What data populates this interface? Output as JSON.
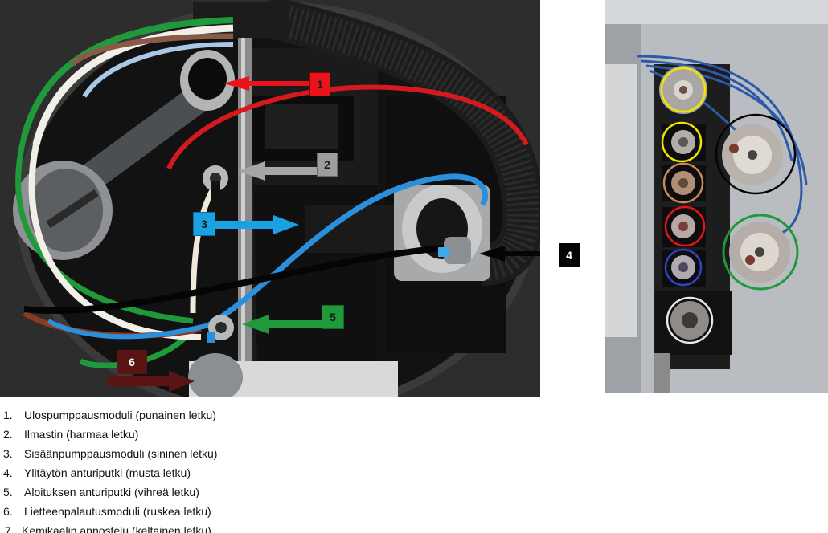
{
  "callouts": {
    "c1": "1",
    "c2": "2",
    "c3": "3",
    "c4": "4",
    "c5": "5",
    "c6": "6"
  },
  "legend": [
    {
      "num": "1.",
      "text": "Ulospumppausmoduli (punainen letku)"
    },
    {
      "num": "2.",
      "text": "Ilmastin (harmaa letku)"
    },
    {
      "num": "3.",
      "text": "Sisäänpumppausmoduli (sininen letku)"
    },
    {
      "num": "4.",
      "text": "Ylitäytön anturiputki (musta letku)"
    },
    {
      "num": "5.",
      "text": "Aloituksen anturiputki (vihreä letku)"
    },
    {
      "num": "6.",
      "text": "Lietteenpalautusmoduli (ruskea letku)"
    },
    {
      "num": "7.",
      "text": "Kemikaalin annostelu (keltainen letku)"
    }
  ],
  "colors": {
    "red": "#e8131b",
    "gray": "#9d9d9d",
    "blue": "#1ba1e2",
    "black": "#050505",
    "green": "#1f9a3a",
    "brown": "#5a1414",
    "yellow": "#f2e600"
  }
}
